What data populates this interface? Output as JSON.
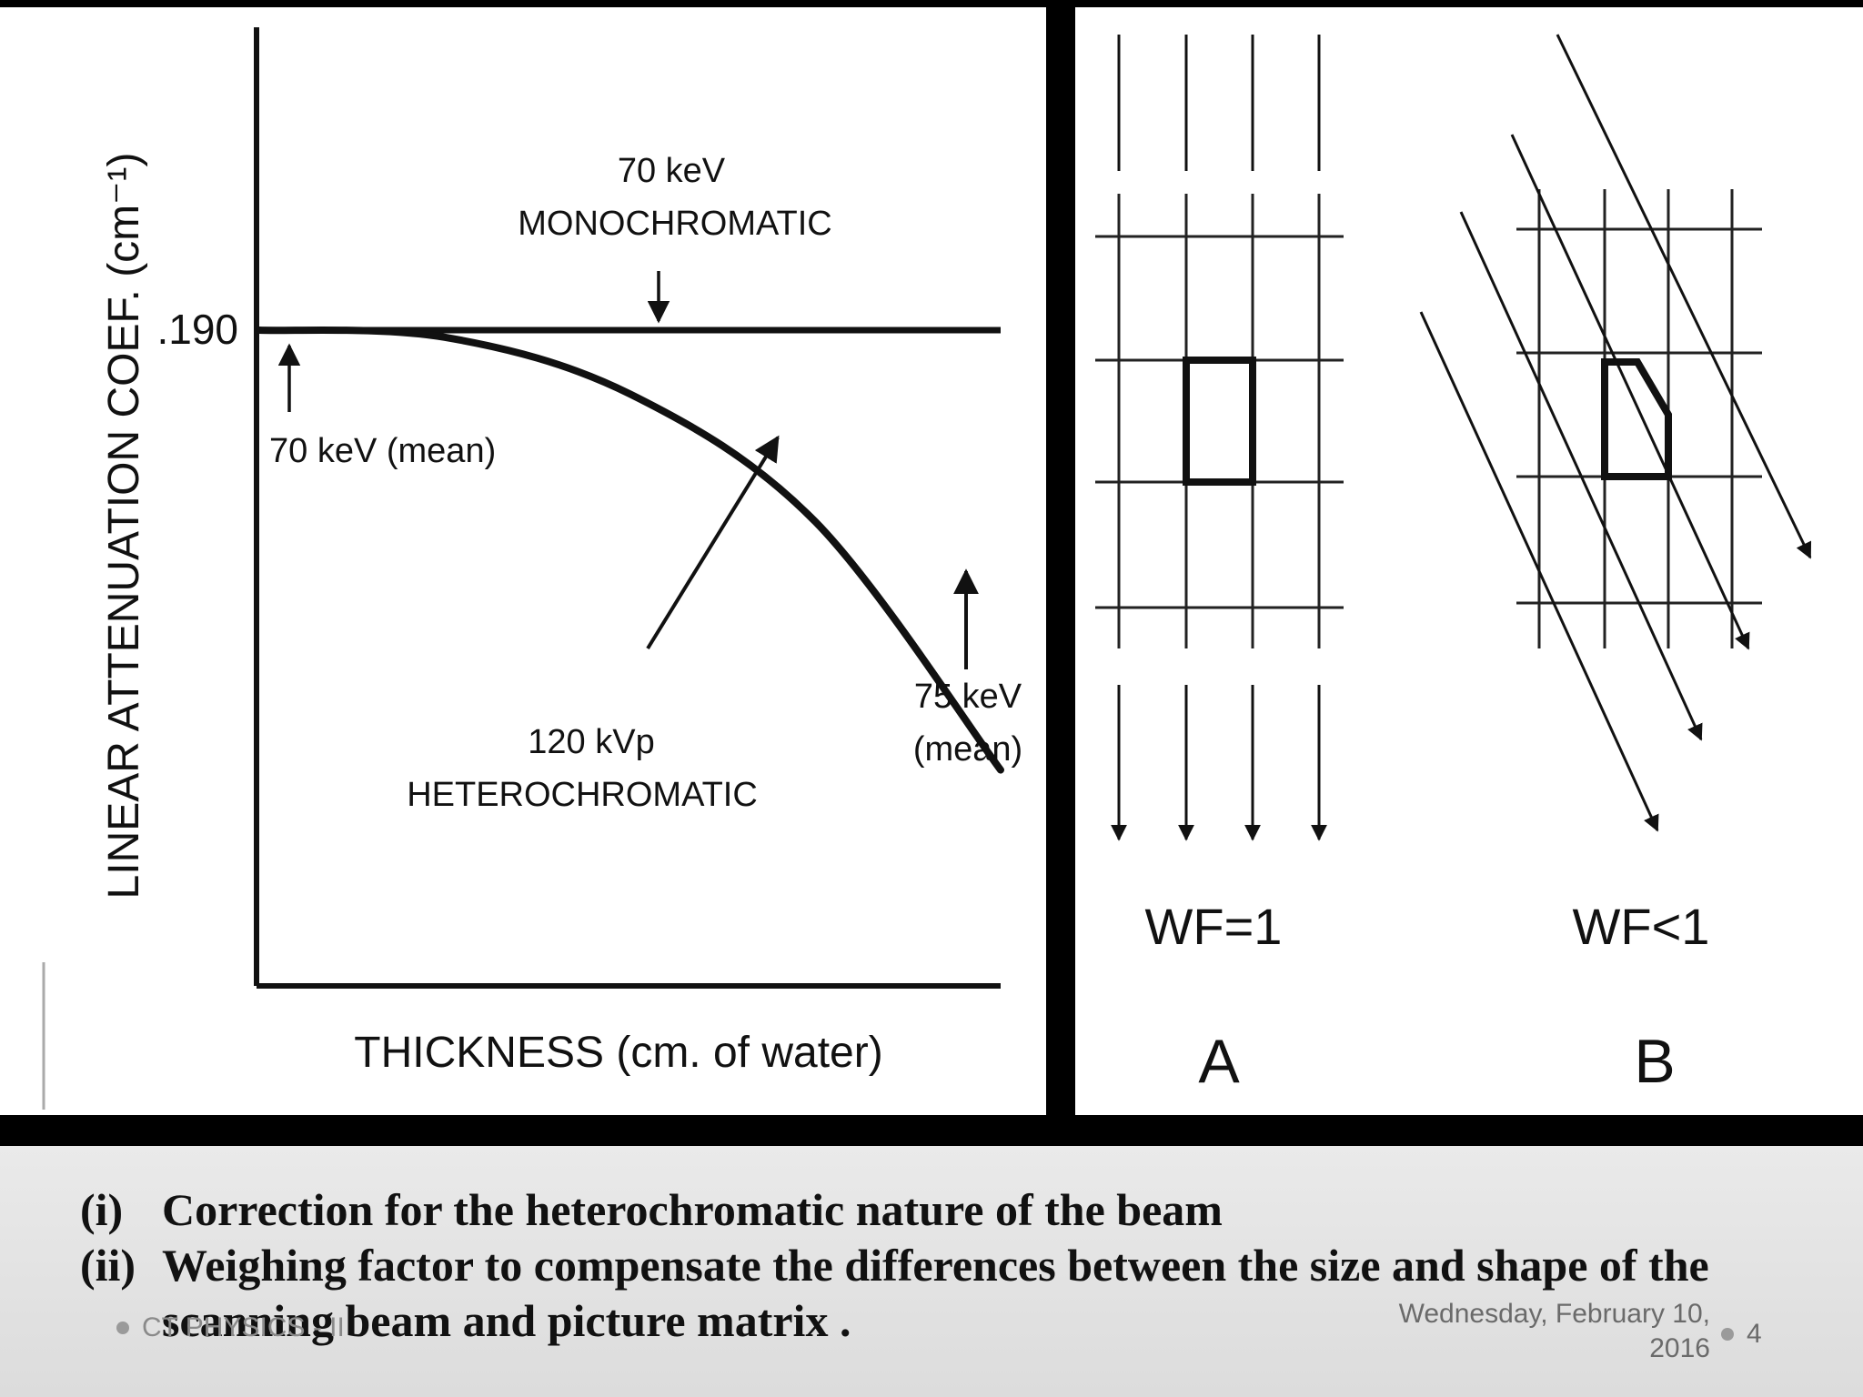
{
  "chart": {
    "y_axis_title": "LINEAR ATTENUATION COEF. (cm⁻¹)",
    "x_axis_title": "THICKNESS (cm. of water)",
    "y_tick": ".190",
    "mono_label_line1": "70 keV",
    "mono_label_line2": "MONOCHROMATIC",
    "mean70_label": "70 keV (mean)",
    "hetero_label_line1": "120 kVp",
    "hetero_label_line2": "HETEROCHROMATIC",
    "mean75_line1": "75 keV",
    "mean75_line2": "(mean)"
  },
  "chart_data": {
    "type": "line",
    "title": "",
    "xlabel": "THICKNESS (cm. of water)",
    "ylabel": "LINEAR ATTENUATION COEF. (cm⁻¹)",
    "yticks": [
      0.19
    ],
    "grid": false,
    "series": [
      {
        "name": "70 keV MONOCHROMATIC",
        "x": [
          0,
          1
        ],
        "y": [
          0.19,
          0.19
        ]
      },
      {
        "name": "120 kVp HETEROCHROMATIC",
        "x": [
          0,
          0.25,
          0.5,
          0.75,
          1
        ],
        "y": [
          0.19,
          0.1895,
          0.1855,
          0.1765,
          0.159
        ]
      }
    ]
  },
  "diagram": {
    "panel_a_label": "A",
    "panel_b_label": "B",
    "wf_a": "WF=1",
    "wf_b": "WF<1"
  },
  "caption": {
    "item1_num": "(i)",
    "item1_text": "Correction for the heterochromatic nature of the beam",
    "item2_num": "(ii)",
    "item2_text": "Weighing factor to compensate the differences between the size and shape of the scanning beam and picture matrix ."
  },
  "footer": {
    "left_text": "CT PHYSICS - II",
    "date_line1": "Wednesday, February 10,",
    "date_line2": "2016",
    "page_number": "4"
  }
}
